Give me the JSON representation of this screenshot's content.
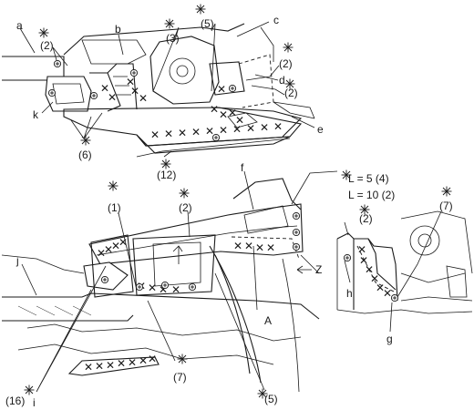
{
  "top_view": {
    "callouts": {
      "a": "a",
      "b": "b",
      "c": "c",
      "d": "d",
      "e": "e",
      "k": "k",
      "q2_left": "(2)",
      "q3": "(3)",
      "q5": "(5)",
      "q2_right_top": "(2)",
      "q2_right_bottom": "(2)",
      "q6": "(6)",
      "q12": "(12)"
    }
  },
  "bottom_view": {
    "callouts": {
      "f": "f",
      "j": "j",
      "i": "i",
      "A": "A",
      "Z": "Z",
      "q1": "(1)",
      "q2": "(2)",
      "q16": "(16)",
      "q7": "(7)",
      "q5": "(5)"
    }
  },
  "detail_view": {
    "length_spec_1": "L = 5 (4)",
    "length_spec_2": "L = 10 (2)",
    "callouts": {
      "h": "h",
      "g": "g",
      "q2": "(2)",
      "q7": "(7)"
    }
  }
}
